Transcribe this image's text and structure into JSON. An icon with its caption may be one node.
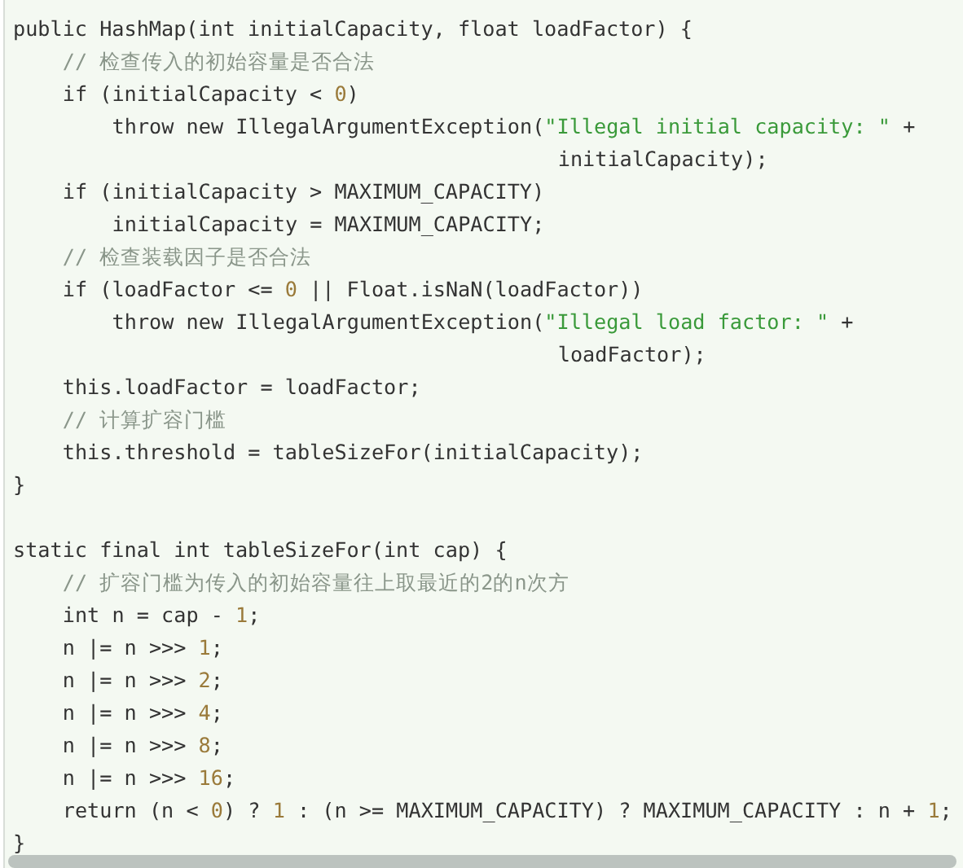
{
  "diagram": {
    "labels": [
      "public HashMap(int initialCapacity, float loadFactor) {",
      "// 检查传入的初始容量是否合法",
      "if (initialCapacity < 0)",
      "throw new IllegalArgumentException(\"Illegal initial capacity: \" +",
      "initialCapacity);",
      "if (initialCapacity > MAXIMUM_CAPACITY)",
      "initialCapacity = MAXIMUM_CAPACITY;",
      "// 检查装载因子是否合法",
      "if (loadFactor <= 0 || Float.isNaN(loadFactor))",
      "throw new IllegalArgumentException(\"Illegal load factor: \" +",
      "loadFactor);",
      "this.loadFactor = loadFactor;",
      "// 计算扩容门槛",
      "this.threshold = tableSizeFor(initialCapacity);",
      "}",
      "static final int tableSizeFor(int cap) {",
      "// 扩容门槛为传入的初始容量往上取最近的2的n次方",
      "int n = cap - 1;",
      "n |= n >>> 1;",
      "n |= n >>> 2;",
      "n |= n >>> 4;",
      "n |= n >>> 8;",
      "n |= n >>> 16;",
      "return (n < 0) ? 1 : (n >= MAXIMUM_CAPACITY) ? MAXIMUM_CAPACITY : n + 1;",
      "}"
    ]
  }
}
